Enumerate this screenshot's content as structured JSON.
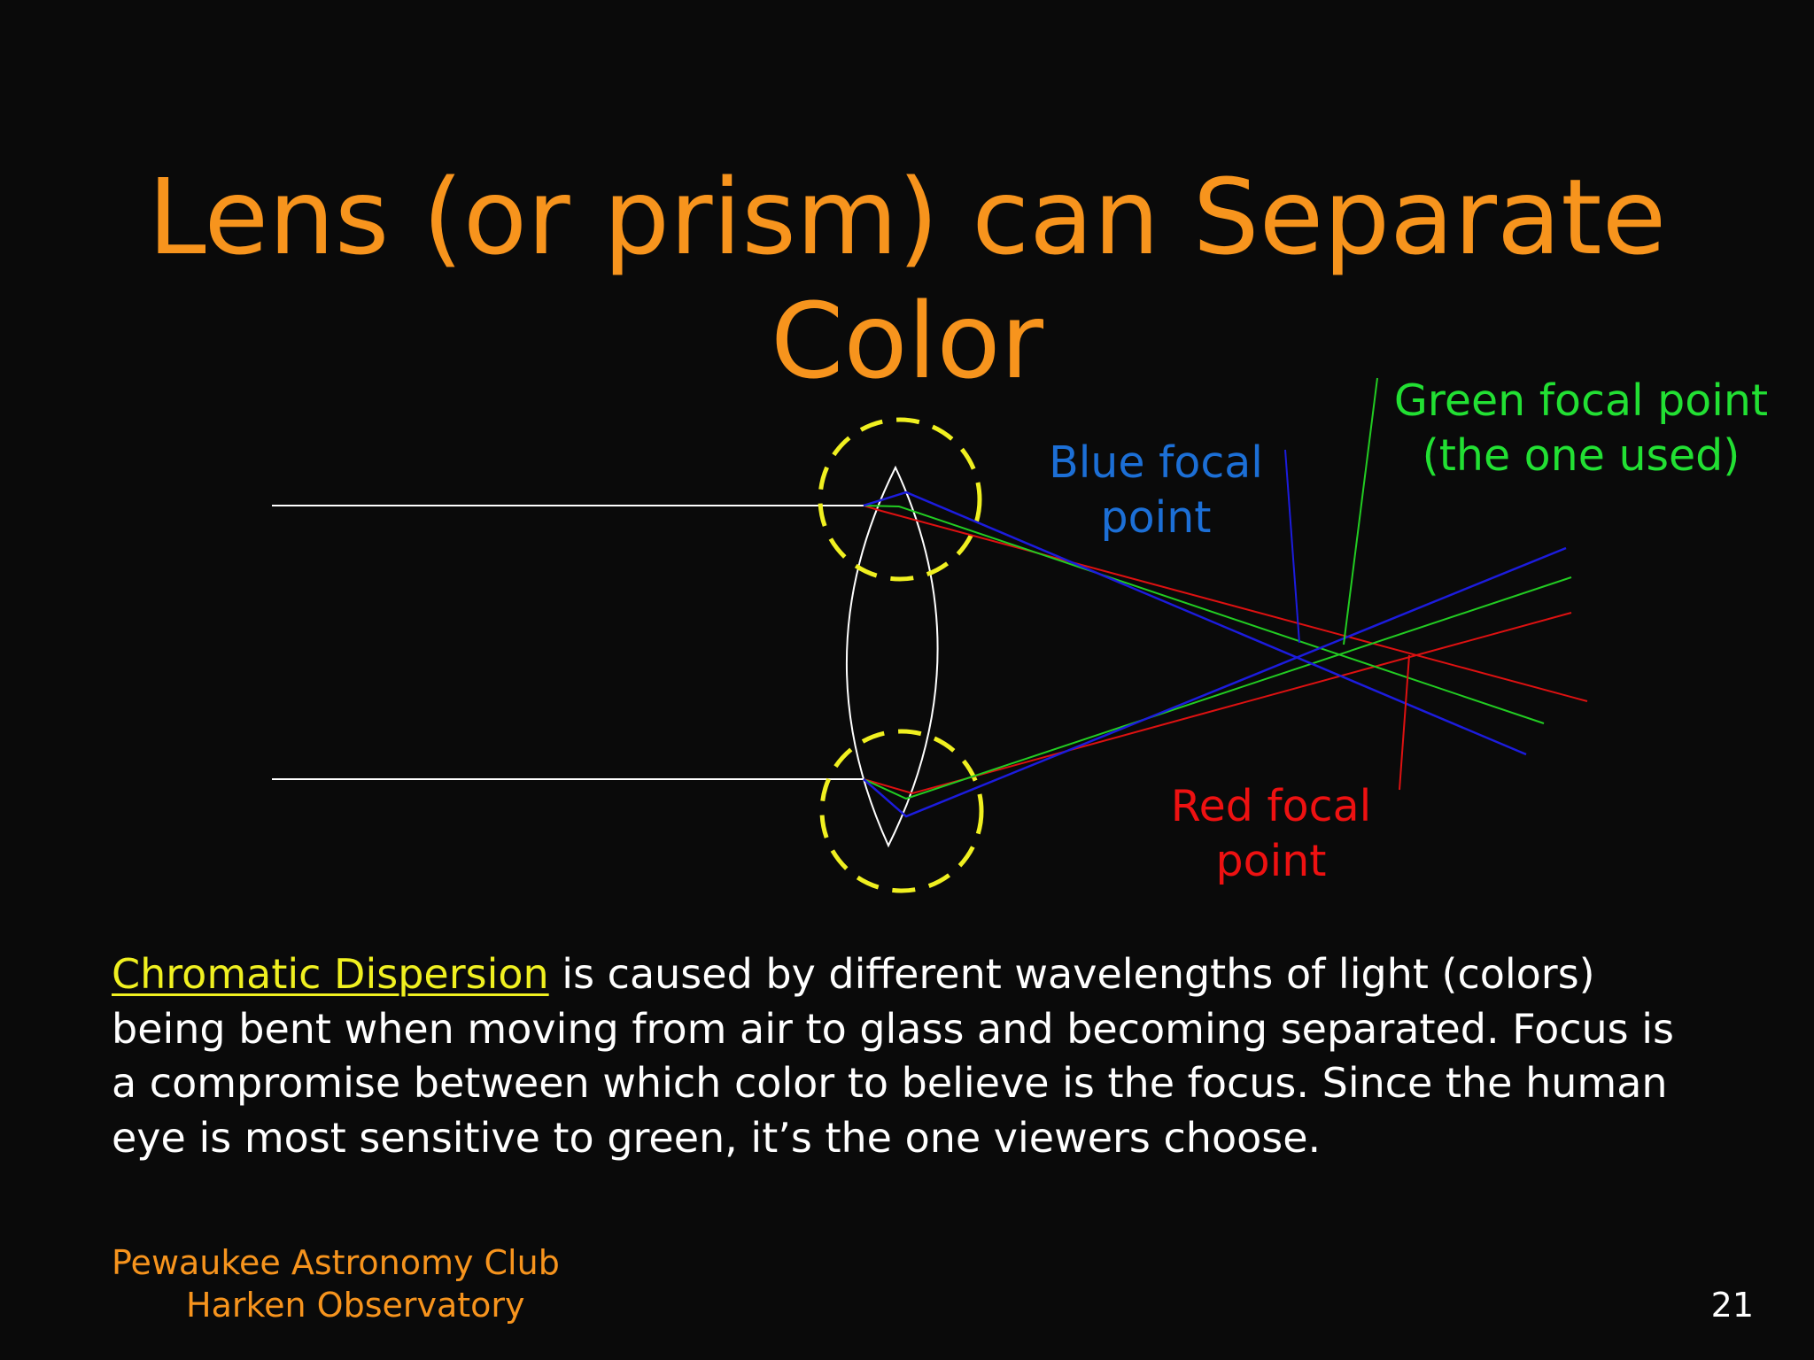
{
  "slide": {
    "title": "Lens (or prism) can Separate Color",
    "labels": {
      "green_line1": "Green focal point",
      "green_line2": "(the one used)",
      "blue_line1": "Blue focal",
      "blue_line2": "point",
      "red_line1": "Red focal",
      "red_line2": "point"
    },
    "body": {
      "term": "Chromatic Dispersion",
      "text": " is caused by different wavelengths of light (colors) being bent when moving from air to glass and becoming separated.  Focus is a compromise between which color to believe is the focus. Since the human eye is most sensitive to green, it’s the one viewers choose."
    },
    "footer": {
      "line1": "Pewaukee Astronomy Club",
      "line2": "Harken Observatory"
    },
    "page_number": "21"
  },
  "colors": {
    "background": "#0a0a0a",
    "title": "#f7941d",
    "blue": "#1c1cdd",
    "green": "#22cc22",
    "red": "#dd1111",
    "highlight_circle": "#f0f020",
    "lens": "#ffffff"
  }
}
